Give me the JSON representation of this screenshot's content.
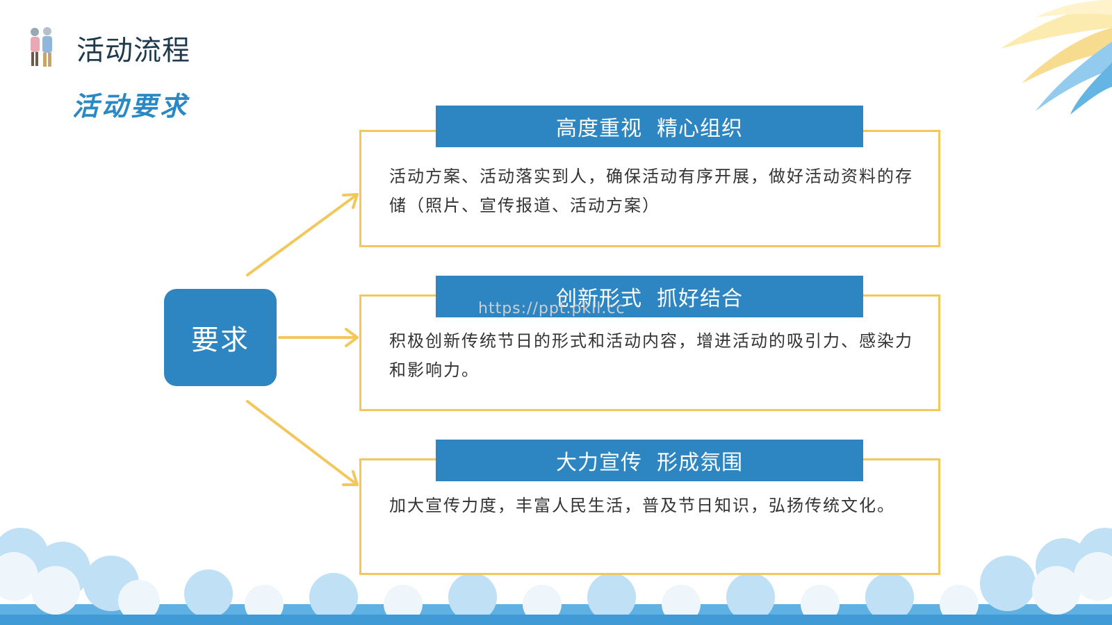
{
  "page": {
    "title": "活动流程",
    "subtitle": "活动要求",
    "watermark": "https://ppt.pkll.cc"
  },
  "center": {
    "label": "要求"
  },
  "items": [
    {
      "heading": "高度重视  精心组织",
      "text": "活动方案、活动落实到人，确保活动有序开展，做好活动资料的存储（照片、宣传报道、活动方案）"
    },
    {
      "heading": "创新形式  抓好结合",
      "text": "积极创新传统节日的形式和活动内容，增进活动的吸引力、感染力和影响力。"
    },
    {
      "heading": "大力宣传  形成氛围",
      "text": "加大宣传力度，丰富人民生活，普及节日知识，弘扬传统文化。"
    }
  ],
  "colors": {
    "accent": "#2d86c2",
    "frame": "#f2c85c",
    "arrow": "#f2c85c"
  },
  "icons": [
    "elderly-couple-icon",
    "palm-leaf-decoration",
    "cloud-decoration"
  ]
}
